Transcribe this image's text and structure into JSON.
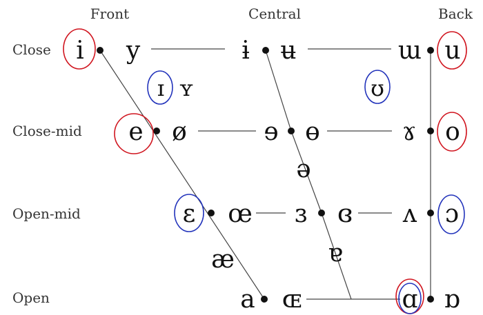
{
  "headers": {
    "front": "Front",
    "central": "Central",
    "back": "Back"
  },
  "rows": {
    "close": "Close",
    "close_mid": "Close-mid",
    "open_mid": "Open-mid",
    "open": "Open"
  },
  "vowels": {
    "close_front_unrounded": "i",
    "close_front_rounded": "y",
    "close_central_unrounded": "ɨ",
    "close_central_rounded": "ʉ",
    "close_back_unrounded": "ɯ",
    "close_back_rounded": "u",
    "near_close_front_unrounded": "ɪ",
    "near_close_front_rounded": "ʏ",
    "near_close_back_rounded": "ʊ",
    "close_mid_front_unrounded": "e",
    "close_mid_front_rounded": "ø",
    "close_mid_central_unrounded": "ɘ",
    "close_mid_central_rounded": "ɵ",
    "close_mid_back_unrounded": "ɤ",
    "close_mid_back_rounded": "o",
    "mid_central": "ə",
    "open_mid_front_unrounded": "ɛ",
    "open_mid_front_rounded": "œ",
    "open_mid_central_unrounded": "ɜ",
    "open_mid_central_rounded": "ɞ",
    "open_mid_back_unrounded": "ʌ",
    "open_mid_back_rounded": "ɔ",
    "near_open_front_unrounded": "æ",
    "near_open_central": "ɐ",
    "open_front_unrounded": "a",
    "open_front_rounded": "ɶ",
    "open_back_unrounded": "ɑ",
    "open_back_rounded": "ɒ"
  },
  "colors": {
    "highlight_red": "#d0141e",
    "highlight_blue": "#2233bb",
    "line": "#444444",
    "text": "#111111"
  }
}
